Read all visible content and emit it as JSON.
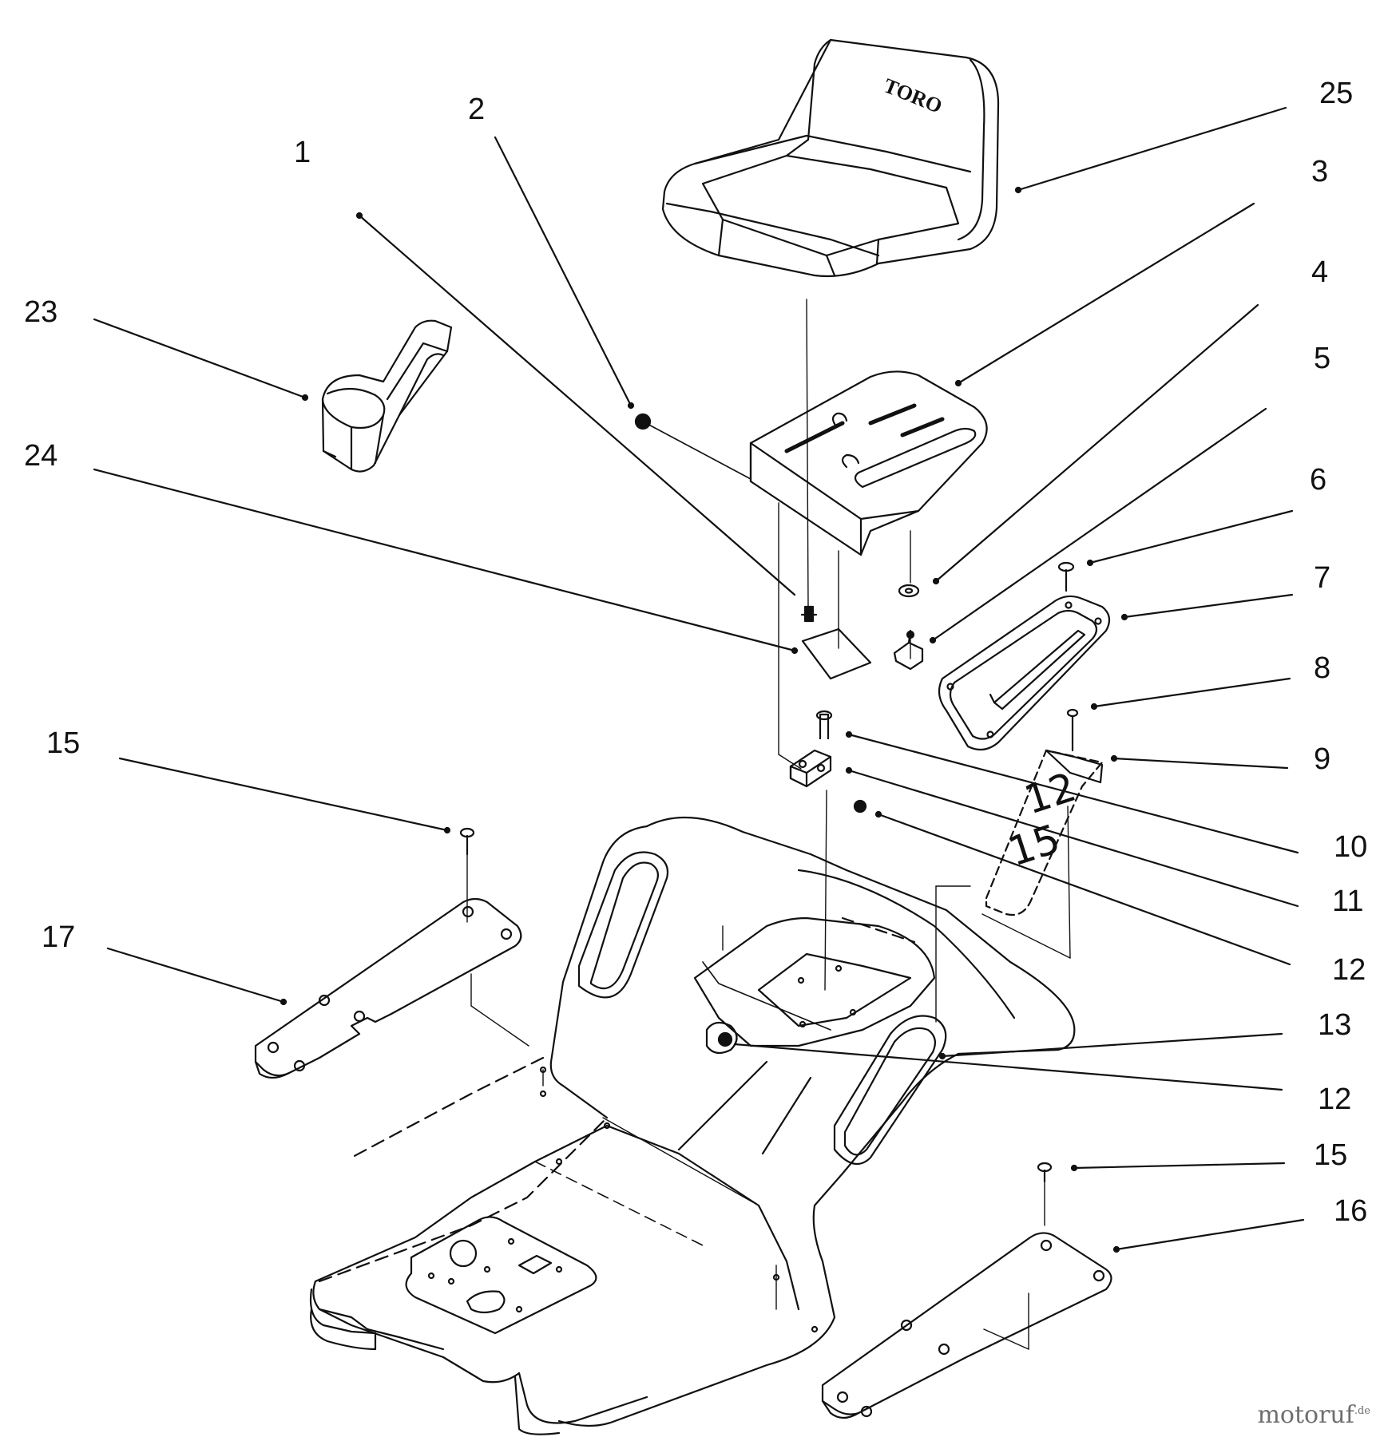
{
  "labels": {
    "p1": "1",
    "p2": "2",
    "p3": "3",
    "p4": "4",
    "p5": "5",
    "p6": "6",
    "p7": "7",
    "p8": "8",
    "p9": "9",
    "p10": "10",
    "p11": "11",
    "p12a": "12",
    "p12b": "12",
    "p13": "13",
    "p15a": "15",
    "p15b": "15",
    "p16": "16",
    "p17": "17",
    "p23": "23",
    "p24": "24",
    "p25": "25"
  },
  "seat_brand": "TORO",
  "watermark": {
    "main": "motoruf",
    "suffix": ".de"
  }
}
